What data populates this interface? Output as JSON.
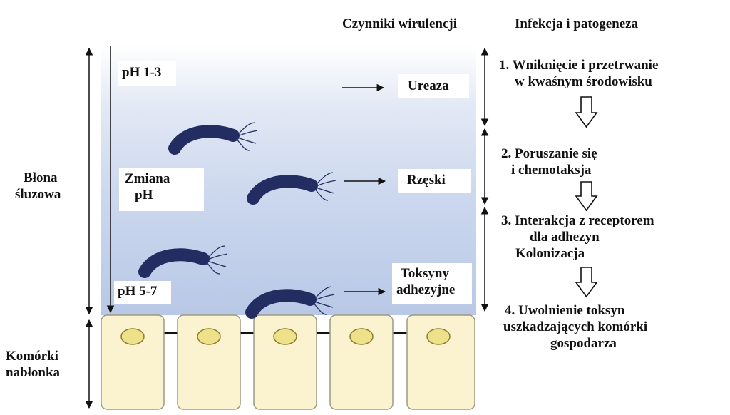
{
  "headers": {
    "virulence": "Czynniki wirulencji",
    "infection": "Infekcja i patogeneza"
  },
  "left_labels": {
    "mucosa_line1": "Błona",
    "mucosa_line2": "śluzowa",
    "epithelium_line1": "Komórki",
    "epithelium_line2": "nabłonka"
  },
  "ph_labels": {
    "top": "pH 1-3",
    "change_line1": "Zmiana",
    "change_line2": "pH",
    "bottom": "pH 5-7"
  },
  "factors": {
    "urease": "Ureaza",
    "flagella": "Rzęski",
    "toxins_line1": "Toksyny",
    "toxins_line2": "adhezyjne"
  },
  "steps": [
    {
      "line1": "1. Wniknięcie i przetrwanie",
      "line2": "w kwaśnym środowisku"
    },
    {
      "line1": "2. Poruszanie się",
      "line2": "i chemotaksja"
    },
    {
      "line1": "3. Interakcja z receptorem",
      "line2": "dla  adhezyn",
      "line3": "Kolonizacja"
    },
    {
      "line1": "4. Uwolnienie toksyn",
      "line2": "uszkadzających komórki",
      "line3": "gospodarza"
    }
  ],
  "colors": {
    "bacterium": "#232d62",
    "cell_fill": "#fbf3cf",
    "cell_stroke": "#9a9a82",
    "nucleus_fill": "#efe08a",
    "nucleus_stroke": "#8a7d2c",
    "mucus_top": "#ffffff",
    "mucus_bottom": "#b8c8e6"
  },
  "icons": [
    "double-arrow-icon",
    "down-arrow-icon",
    "right-arrow-icon",
    "bacterium-icon",
    "epithelial-cell-icon"
  ]
}
